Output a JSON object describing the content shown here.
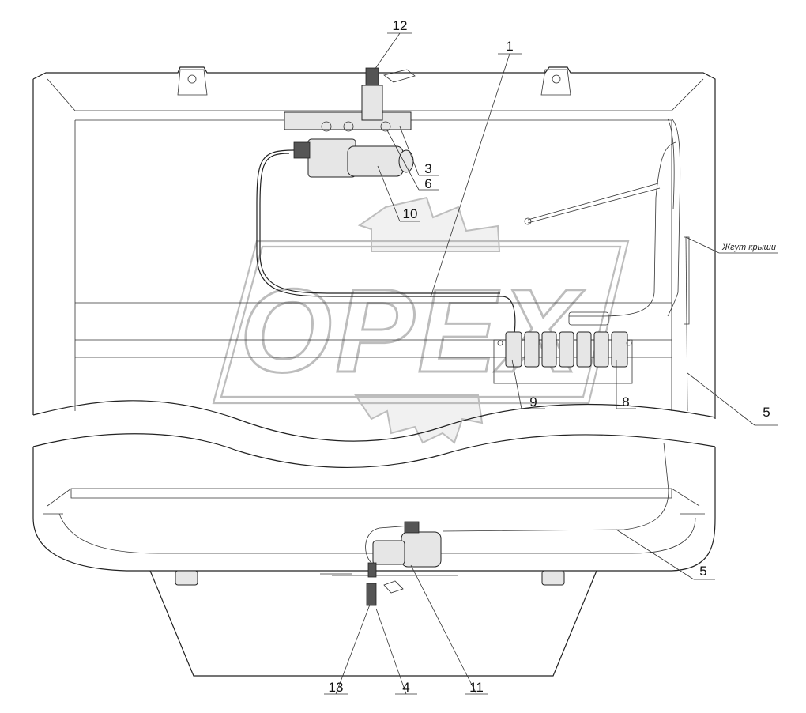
{
  "watermark": {
    "text": "OPEX"
  },
  "callouts": [
    {
      "id": "c1",
      "label": "1"
    },
    {
      "id": "c3",
      "label": "3"
    },
    {
      "id": "c4",
      "label": "4"
    },
    {
      "id": "c5a",
      "label": "5"
    },
    {
      "id": "c5b",
      "label": "5"
    },
    {
      "id": "c6",
      "label": "6"
    },
    {
      "id": "c8",
      "label": "8"
    },
    {
      "id": "c9",
      "label": "9"
    },
    {
      "id": "c10",
      "label": "10"
    },
    {
      "id": "c11",
      "label": "11"
    },
    {
      "id": "c12",
      "label": "12"
    },
    {
      "id": "c13",
      "label": "13"
    }
  ],
  "annotations": {
    "roof_harness": "Жгут крыши"
  }
}
